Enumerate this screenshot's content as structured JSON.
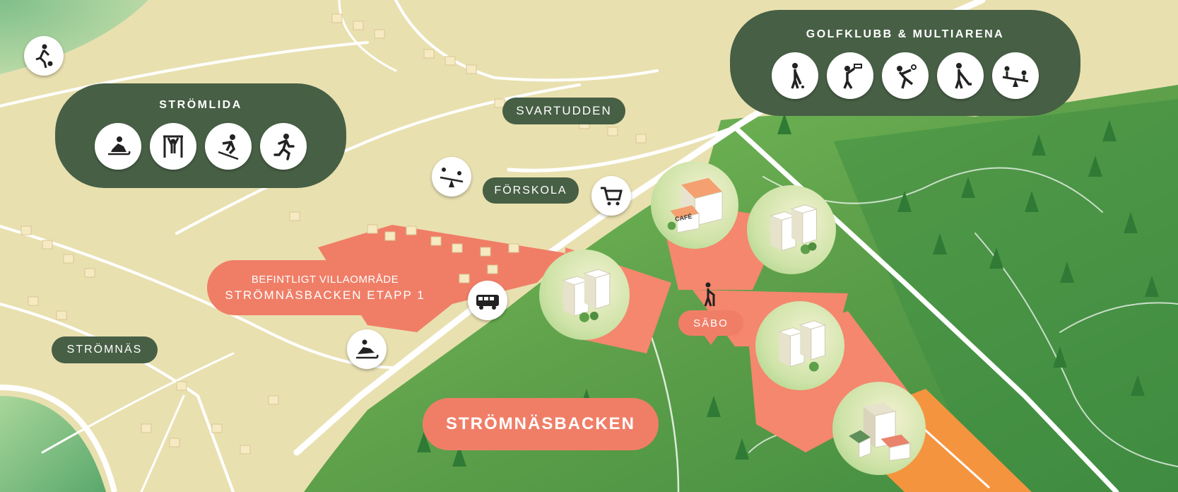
{
  "map_title": "STRÖMNÄSBACKEN",
  "labels": {
    "stromlida": "STRÖMLIDA",
    "svartudden": "SVARTUDDEN",
    "forskola": "FÖRSKOLA",
    "stromnas": "STRÖMNÄS",
    "golf": "GOLFKLUBB & MULTIARENA",
    "existing_line1": "BEFINTLIGT VILLAOMRÅDE",
    "existing_line2": "STRÖMNÄSBACKEN ETAPP 1",
    "sabo": "SÄBO",
    "main": "STRÖMNÄSBACKEN",
    "cafe": "CAFÉ"
  },
  "stromlida_icons": [
    "sledding-icon",
    "outdoor-gym-icon",
    "skiing-icon",
    "running-icon"
  ],
  "golf_icons": [
    "golf-icon",
    "basketball-icon",
    "tennis-icon",
    "hockey-icon",
    "seesaw-icon"
  ],
  "poi_icons": [
    "football-icon",
    "playground-icon",
    "shopping-cart-icon",
    "bus-icon",
    "snowmobile-icon",
    "senior-walker-icon"
  ],
  "colors": {
    "label_dark": "#475f45",
    "label_salmon": "#f07e67",
    "development_area": "#f4876d",
    "school_area": "#f5943f",
    "forest": "#5ea04a",
    "residential_land": "#e9e0b0"
  }
}
